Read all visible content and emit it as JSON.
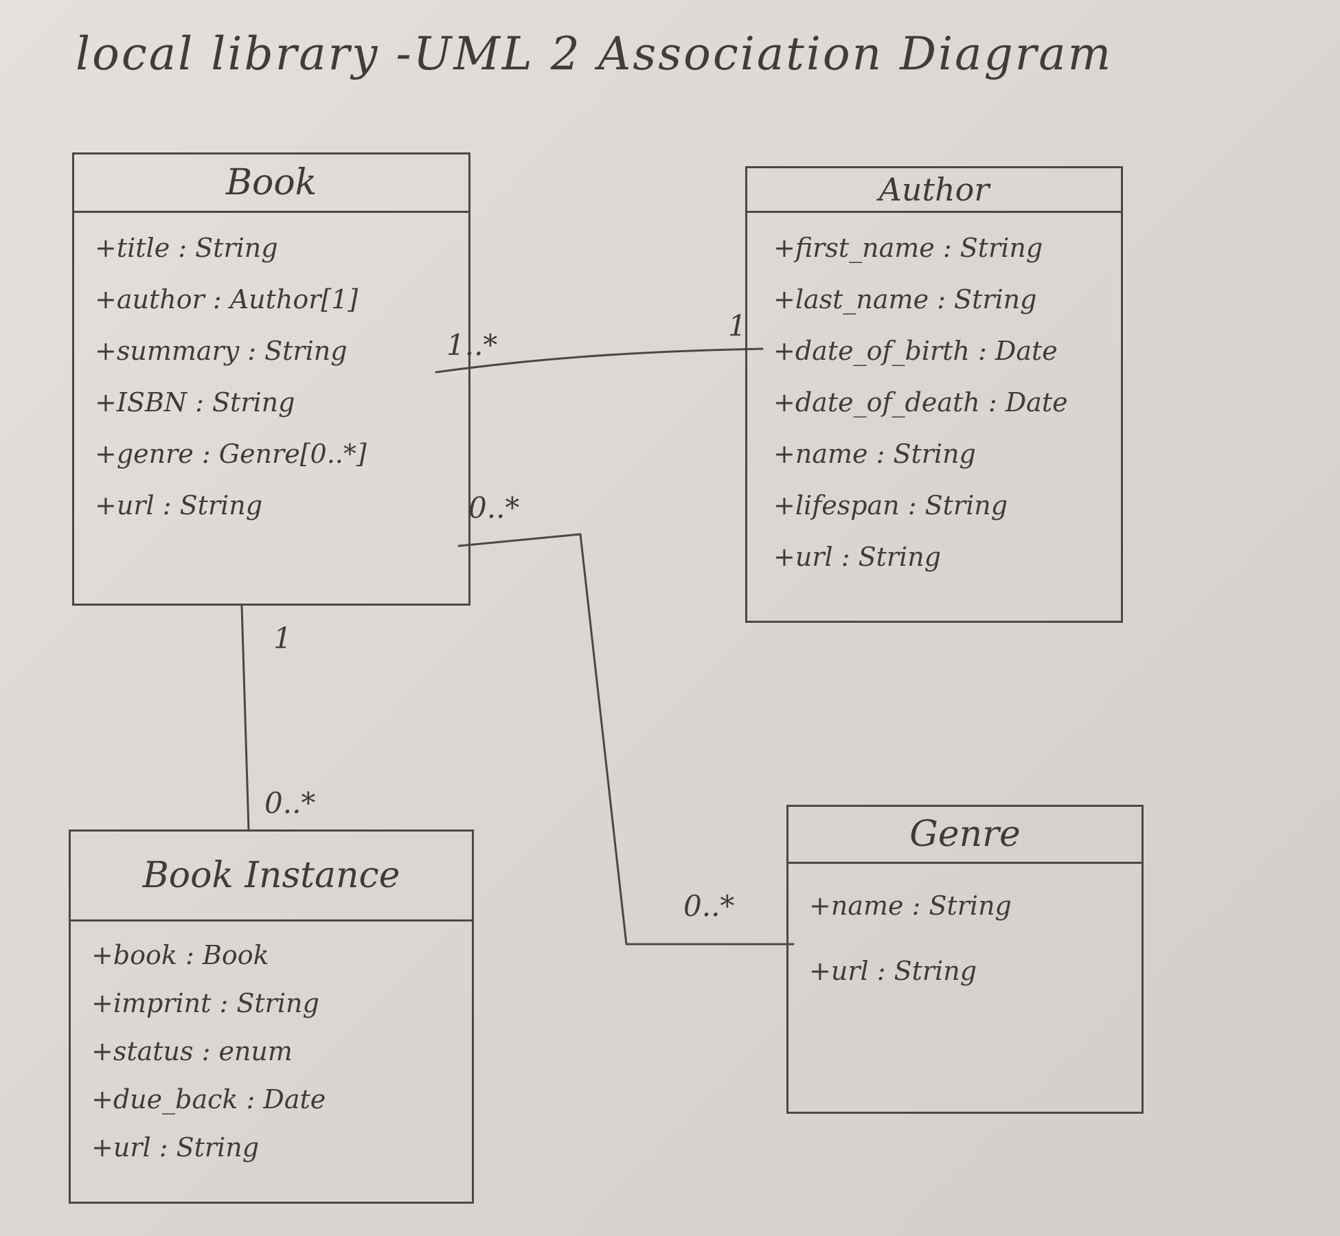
{
  "title": "local library -UML 2 Association Diagram",
  "classes": {
    "book": {
      "name": "Book",
      "attributes": [
        "+title : String",
        "+author : Author[1]",
        "+summary : String",
        "+ISBN : String",
        "+genre : Genre[0..*]",
        "+url : String"
      ]
    },
    "author": {
      "name": "Author",
      "attributes": [
        "+first_name : String",
        "+last_name : String",
        "+date_of_birth : Date",
        "+date_of_death : Date",
        "+name : String",
        "+lifespan : String",
        "+url : String"
      ]
    },
    "book_instance": {
      "name": "Book Instance",
      "attributes": [
        "+book : Book",
        "+imprint : String",
        "+status : enum",
        "+due_back : Date",
        "+url : String"
      ]
    },
    "genre": {
      "name": "Genre",
      "attributes": [
        "+name : String",
        "+url : String"
      ]
    }
  },
  "associations": [
    {
      "from": "Book",
      "to": "Author",
      "from_mult": "1..*",
      "to_mult": "1"
    },
    {
      "from": "Book",
      "to": "Genre",
      "from_mult": "0..*",
      "to_mult": "0..*"
    },
    {
      "from": "Book",
      "to": "Book Instance",
      "from_mult": "1",
      "to_mult": "0..*"
    }
  ]
}
